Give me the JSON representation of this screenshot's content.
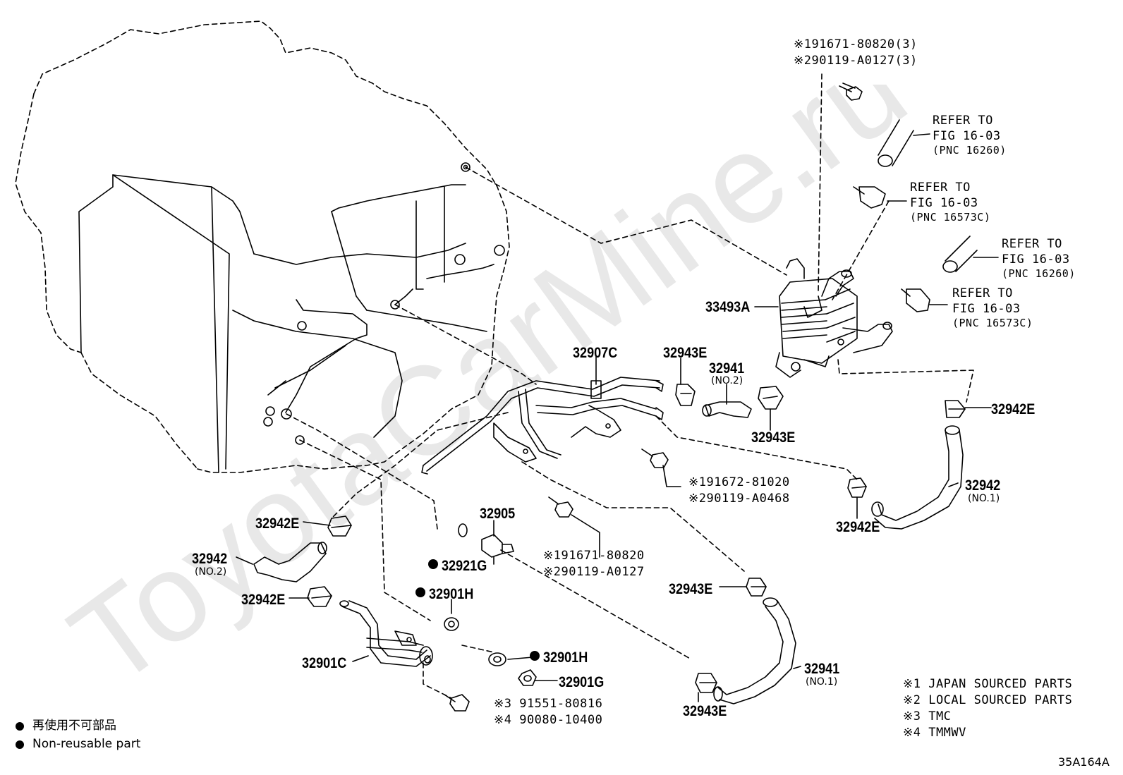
{
  "watermark": "ToyotaCarMine.ru",
  "diagram_id": "35A164A",
  "top_bolt": {
    "line1": "※191671-80820(3)",
    "line2": "※290119-A0127(3)"
  },
  "refer_1": {
    "line1": "REFER TO",
    "line2": "FIG 16-03",
    "line3": "(PNC 16260)"
  },
  "refer_2": {
    "line1": "REFER TO",
    "line2": "FIG 16-03",
    "line3": "(PNC 16573C)"
  },
  "refer_3": {
    "line1": "REFER TO",
    "line2": "FIG 16-03",
    "line3": "(PNC 16260)"
  },
  "refer_4": {
    "line1": "REFER TO",
    "line2": "FIG 16-03",
    "line3": "(PNC 16573C)"
  },
  "parts": {
    "p33493A": "33493A",
    "p32907C": "32907C",
    "p32943E_top": "32943E",
    "p32941_no2": "32941",
    "p32941_no2_sub": "(NO.2)",
    "p32943E_mid": "32943E",
    "p32942E_right": "32942E",
    "p32942_no1": "32942",
    "p32942_no1_sub": "(NO.1)",
    "p32942E_right_low": "32942E",
    "p32942E_left": "32942E",
    "p32942_no2": "32942",
    "p32942_no2_sub": "(NO.2)",
    "p32942E_left_low": "32942E",
    "p32901C": "32901C",
    "p32905": "32905",
    "p32921G": "32921G",
    "p32901H_a": "32901H",
    "p32901H_b": "32901H",
    "p32901G": "32901G",
    "p32943E_low": "32943E",
    "p32941_no1": "32941",
    "p32941_no1_sub": "(NO.1)",
    "p32943E_bottom": "32943E"
  },
  "bolt_mid": {
    "line1": "※191672-81020",
    "line2": "※290119-A0468"
  },
  "bolt_center": {
    "line1": "※191671-80820",
    "line2": "※290119-A0127"
  },
  "bolt_bottom": {
    "line1": "※3  91551-80816",
    "line2": "※4  90080-10400"
  },
  "notes": [
    "※1 JAPAN SOURCED PARTS",
    "※2 LOCAL SOURCED PARTS",
    "※3 TMC",
    "※4 TMMWV"
  ],
  "legend": {
    "jp": "再使用不可部品",
    "en": "Non-reusable part"
  },
  "colors": {
    "ink": "#000000",
    "watermark": "#e6e6e6",
    "background": "#ffffff"
  }
}
